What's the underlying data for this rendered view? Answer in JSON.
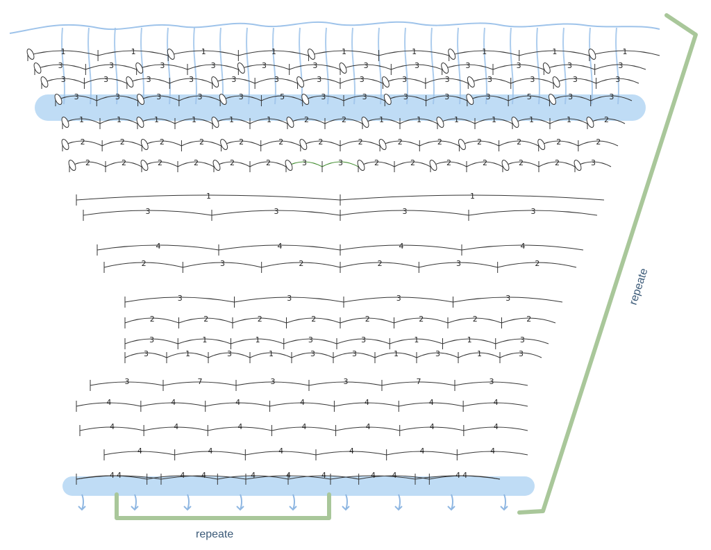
{
  "labels": {
    "repeat_bottom": "repeate",
    "repeat_right": "repeate"
  },
  "colors": {
    "highlight": "#a9d0f2",
    "bracket": "#a9c79a",
    "accent_line": "#3d8a2a",
    "label": "#3b5a78"
  },
  "rows": [
    {
      "row": "top-1",
      "counts": [
        "1",
        "1",
        "1",
        "1",
        "1",
        "1",
        "1",
        "1",
        "1"
      ]
    },
    {
      "row": "top-2",
      "counts": [
        "3",
        "3",
        "3",
        "3",
        "3",
        "3",
        "3",
        "3",
        "3",
        "3",
        "3",
        "3"
      ]
    },
    {
      "row": "top-3",
      "counts": [
        "3",
        "3",
        "3",
        "3",
        "3",
        "3",
        "3",
        "3",
        "3",
        "3",
        "3",
        "3",
        "3",
        "3"
      ]
    },
    {
      "row": "top-4",
      "counts": [
        "3",
        "3",
        "3",
        "3",
        "3",
        "5",
        "3",
        "3",
        "3",
        "3",
        "3",
        "5",
        "3",
        "3"
      ]
    },
    {
      "row": "shell-1",
      "counts": [
        "1",
        "1",
        "1",
        "1",
        "1",
        "1",
        "2",
        "2",
        "1",
        "1",
        "1",
        "1",
        "1",
        "1",
        "2"
      ]
    },
    {
      "row": "shell-2",
      "counts": [
        "2",
        "2",
        "2",
        "2",
        "2",
        "2",
        "2",
        "2",
        "2",
        "2",
        "2",
        "2",
        "2",
        "2"
      ]
    },
    {
      "row": "shell-3",
      "counts": [
        "2",
        "2",
        "2",
        "2",
        "2",
        "2",
        "3",
        "3",
        "2",
        "2",
        "2",
        "2",
        "2",
        "2",
        "3"
      ]
    },
    {
      "row": "mid-1",
      "counts": [
        "1",
        "1"
      ]
    },
    {
      "row": "mid-2",
      "counts": [
        "3",
        "3",
        "3",
        "3"
      ]
    },
    {
      "row": "mid-3",
      "counts": [
        "4",
        "4",
        "4",
        "4"
      ]
    },
    {
      "row": "mid-4",
      "counts": [
        "2",
        "3",
        "2",
        "2",
        "3",
        "2"
      ]
    },
    {
      "row": "mid-5",
      "counts": [
        "3",
        "3",
        "3",
        "3"
      ]
    },
    {
      "row": "mid-6",
      "counts": [
        "2",
        "2",
        "2",
        "2",
        "2",
        "2",
        "2",
        "2"
      ]
    },
    {
      "row": "mid-7",
      "counts": [
        "3",
        "1",
        "1",
        "3",
        "3",
        "1",
        "1",
        "3"
      ]
    },
    {
      "row": "mid-8",
      "counts": [
        "3",
        "1",
        "3",
        "1",
        "3",
        "3",
        "1",
        "3",
        "1",
        "3"
      ]
    },
    {
      "row": "mid-9",
      "counts": [
        "3",
        "7",
        "3",
        "3",
        "7",
        "3"
      ]
    },
    {
      "row": "base-1",
      "counts": [
        "4",
        "4",
        "4",
        "4",
        "4",
        "4",
        "4"
      ]
    },
    {
      "row": "base-2",
      "counts": [
        "4",
        "4",
        "4",
        "4",
        "4",
        "4",
        "4"
      ]
    },
    {
      "row": "base-3",
      "counts": [
        "4",
        "4",
        "4",
        "4",
        "4",
        "4"
      ]
    },
    {
      "row": "base-4",
      "counts": [
        "4",
        "4",
        "4",
        "4",
        "4",
        "4"
      ]
    },
    {
      "row": "base-5",
      "counts": [
        "4",
        "4",
        "4",
        "4",
        "4"
      ]
    }
  ]
}
